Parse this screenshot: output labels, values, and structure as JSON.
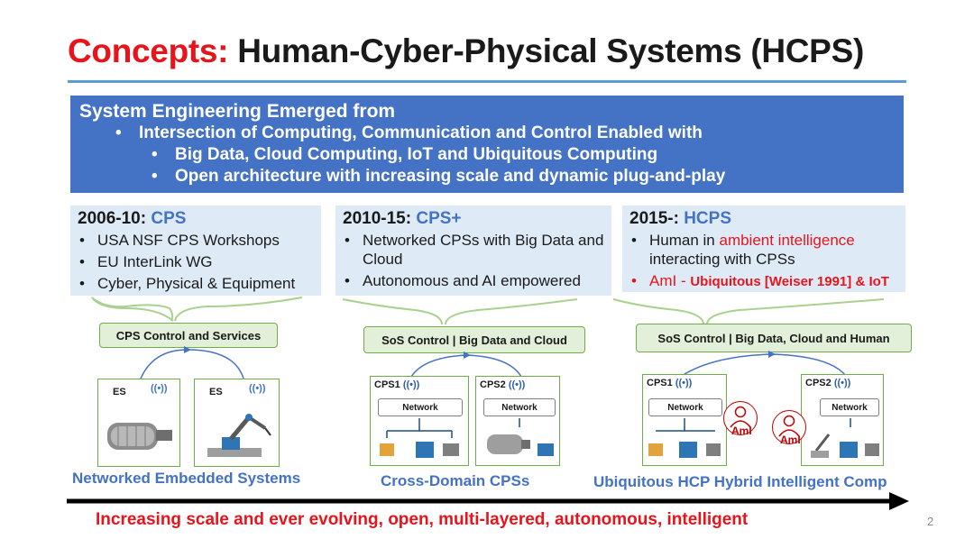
{
  "title": {
    "accent": "Concepts:",
    "main": "Human-Cyber-Physical Systems (HCPS)"
  },
  "banner": {
    "heading": "System Engineering Emerged from",
    "line1": "Intersection of Computing, Communication and Control Enabled with",
    "line2": "Big Data, Cloud Computing, IoT and Ubiquitous Computing",
    "line3": "Open architecture with increasing scale and dynamic plug-and-play"
  },
  "eras": [
    {
      "period": "2006-10:",
      "name": "CPS",
      "items": [
        "USA NSF CPS Workshops",
        "EU InterLink WG",
        "Cyber, Physical & Equipment"
      ]
    },
    {
      "period": "2010-15:",
      "name": "CPS+",
      "items": [
        "Networked CPSs with Big Data and Cloud",
        "Autonomous and AI empowered"
      ]
    },
    {
      "period": "2015-:",
      "name": "HCPS",
      "item1_pre": "Human in ",
      "item1_red": "ambient intelligence",
      "item1_post": " interacting with CPSs",
      "item2_pre": "AmI - ",
      "item2_bold": "Ubiquitous [Weiser 1991] & IoT"
    }
  ],
  "diagrams": {
    "d1": {
      "control": "CPS Control and Services",
      "es1": "ES",
      "es2": "ES",
      "caption": "Networked Embedded Systems"
    },
    "d2": {
      "control": "SoS Control | Big Data and Cloud",
      "cps1": "CPS1",
      "cps2": "CPS2",
      "network": "Network",
      "caption": "Cross-Domain CPSs"
    },
    "d3": {
      "control": "SoS Control | Big Data, Cloud and Human",
      "cps1": "CPS1",
      "cps2": "CPS2",
      "network": "Network",
      "ami": "AmI",
      "caption": "Ubiquitous HCP Hybrid Intelligent Comp"
    }
  },
  "wifi_glyph": "((•))",
  "bottom_text": "Increasing scale and ever evolving, open, multi-layered, autonomous, intelligent",
  "page_number": "2",
  "colors": {
    "accent_red": "#e8141b",
    "blue": "#4472c4",
    "light_blue": "#deebf7",
    "green": "#70ad47",
    "light_green": "#e2f0d9"
  }
}
